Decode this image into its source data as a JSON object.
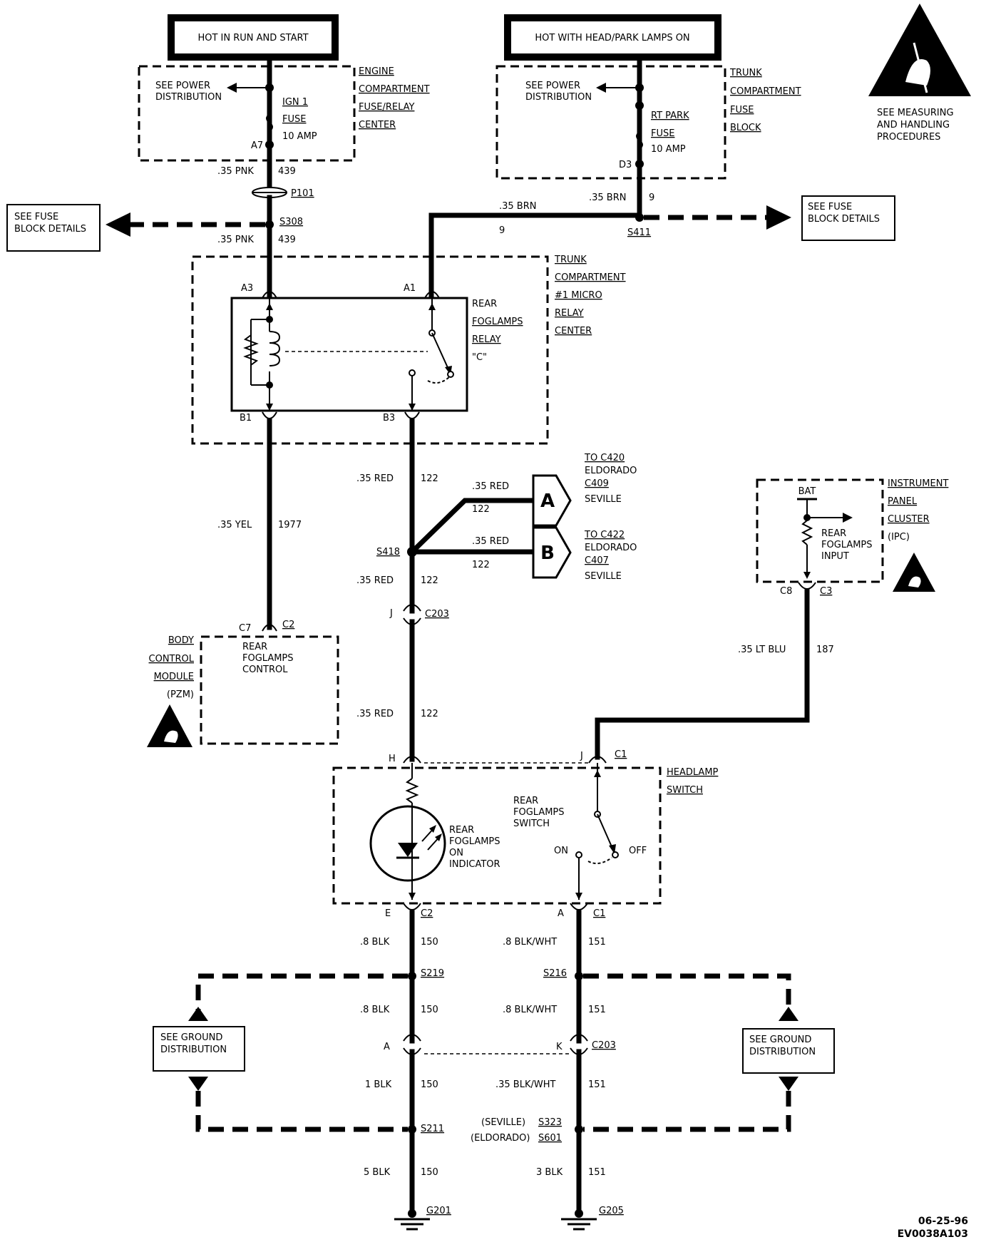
{
  "headers": {
    "run_start": "HOT IN RUN AND START",
    "head_park": "HOT WITH HEAD/PARK LAMPS ON"
  },
  "esd": {
    "label_lines": [
      "SEE MEASURING",
      "AND HANDLING",
      "PROCEDURES"
    ]
  },
  "engine_fuse_center": {
    "name_lines": [
      "ENGINE",
      "COMPARTMENT",
      "FUSE/RELAY",
      "CENTER"
    ],
    "see_power": [
      "SEE POWER",
      "DISTRIBUTION"
    ],
    "fuse_lines": [
      "IGN 1",
      "FUSE",
      "10 AMP"
    ],
    "pin": "A7"
  },
  "trunk_fuse_block": {
    "name_lines": [
      "TRUNK",
      "COMPARTMENT",
      "FUSE",
      "BLOCK"
    ],
    "see_power": [
      "SEE POWER",
      "DISTRIBUTION"
    ],
    "fuse_lines": [
      "RT PARK",
      "FUSE",
      "10 AMP"
    ],
    "pin": "D3"
  },
  "fuse_block_details_left": [
    "SEE FUSE",
    "BLOCK DETAILS"
  ],
  "fuse_block_details_right": [
    "SEE FUSE",
    "BLOCK DETAILS"
  ],
  "wires": {
    "w439a_gauge": ".35 PNK",
    "w439a_num": "439",
    "p101": "P101",
    "s308": "S308",
    "w439b_gauge": ".35 PNK",
    "w439b_num": "439",
    "w9a_gauge": ".35 BRN",
    "w9a_num": "9",
    "w9b_gauge": ".35 BRN",
    "w9b_num": "9",
    "s411": "S411",
    "w1977_gauge": ".35 YEL",
    "w1977_num": "1977",
    "w122a_gauge": ".35 RED",
    "w122a_num": "122",
    "w122A_gauge": ".35 RED",
    "w122A_num": "122",
    "w122B_gauge": ".35 RED",
    "w122B_num": "122",
    "s418": "S418",
    "w122b_gauge": ".35 RED",
    "w122b_num": "122",
    "c203a_pin": "J",
    "c203a": "C203",
    "w122c_gauge": ".35 RED",
    "w122c_num": "122",
    "w187_gauge": ".35 LT BLU",
    "w187_num": "187"
  },
  "relay_center": {
    "name_lines": [
      "TRUNK",
      "COMPARTMENT",
      "#1 MICRO",
      "RELAY",
      "CENTER"
    ],
    "relay_lines": [
      "REAR",
      "FOGLAMPS",
      "RELAY",
      "\"C\""
    ],
    "pins": {
      "a3": "A3",
      "a1": "A1",
      "b1": "B1",
      "b3": "B3"
    }
  },
  "connector_a": {
    "letter": "A",
    "text_lines": [
      "TO C420",
      "ELDORADO",
      "C409",
      "SEVILLE"
    ]
  },
  "connector_b": {
    "letter": "B",
    "text_lines": [
      "TO C422",
      "ELDORADO",
      "C407",
      "SEVILLE"
    ]
  },
  "bcm": {
    "name_lines": [
      "BODY",
      "CONTROL",
      "MODULE",
      "(PZM)"
    ],
    "pin": "C7",
    "conn": "C2",
    "inner_lines": [
      "REAR",
      "FOGLAMPS",
      "CONTROL"
    ]
  },
  "ipc": {
    "name_lines": [
      "INSTRUMENT",
      "PANEL",
      "CLUSTER",
      "(IPC)"
    ],
    "bat": "BAT",
    "input_lines": [
      "REAR",
      "FOGLAMPS",
      "INPUT"
    ],
    "pin": "C8",
    "conn": "C3"
  },
  "headlamp_switch": {
    "name_lines": [
      "HEADLAMP",
      "SWITCH"
    ],
    "pin_h": "H",
    "pin_j": "J",
    "conn_j": "C1",
    "indicator_lines": [
      "REAR",
      "FOGLAMPS",
      "ON",
      "INDICATOR"
    ],
    "switch_lines": [
      "REAR",
      "FOGLAMPS",
      "SWITCH"
    ],
    "on": "ON",
    "off": "OFF",
    "pin_e": "E",
    "conn_e": "C2",
    "pin_a": "A",
    "conn_a": "C1"
  },
  "ground": {
    "w150a_gauge": ".8 BLK",
    "w150a_num": "150",
    "w151a_gauge": ".8 BLK/WHT",
    "w151a_num": "151",
    "s219": "S219",
    "s216": "S216",
    "w150b_gauge": ".8 BLK",
    "w150b_num": "150",
    "w151b_gauge": ".8 BLK/WHT",
    "w151b_num": "151",
    "c203_pin_a": "A",
    "c203_pin_k": "K",
    "c203": "C203",
    "see_ground_left": [
      "SEE GROUND",
      "DISTRIBUTION"
    ],
    "see_ground_right": [
      "SEE GROUND",
      "DISTRIBUTION"
    ],
    "w150c_gauge": "1 BLK",
    "w150c_num": "150",
    "w151c_gauge": ".35 BLK/WHT",
    "w151c_num": "151",
    "s211": "S211",
    "s323_prefix": "(SEVILLE)",
    "s323": "S323",
    "s601_prefix": "(ELDORADO)",
    "s601": "S601",
    "w150d_gauge": "5 BLK",
    "w150d_num": "150",
    "w151d_gauge": "3 BLK",
    "w151d_num": "151",
    "g201": "G201",
    "g205": "G205"
  },
  "footer": {
    "date": "06-25-96",
    "code": "EV0038A103"
  }
}
